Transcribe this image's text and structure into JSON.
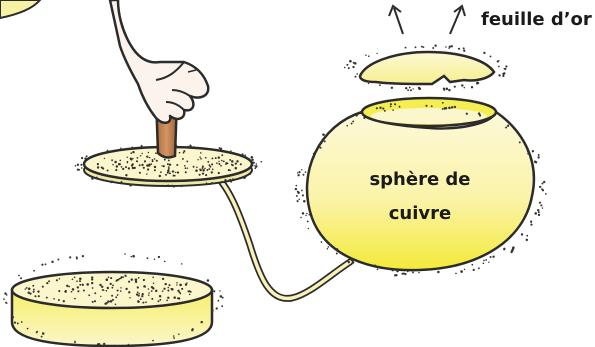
{
  "labels": {
    "gold_leaf": "feuille d’or",
    "copper_sphere_line1": "sphère de",
    "copper_sphere_line2": "cuivre"
  },
  "colors": {
    "background": "#ffffff",
    "yellow_light": "#fbf5c6",
    "yellow_strong": "#f2ec3d",
    "outline": "#2b2b2b",
    "wood": "#c07c4a",
    "skin": "#fbf3ec",
    "dots": "#333333"
  },
  "icons": [
    "arrow-up-left-icon",
    "arrow-up-right-icon"
  ]
}
